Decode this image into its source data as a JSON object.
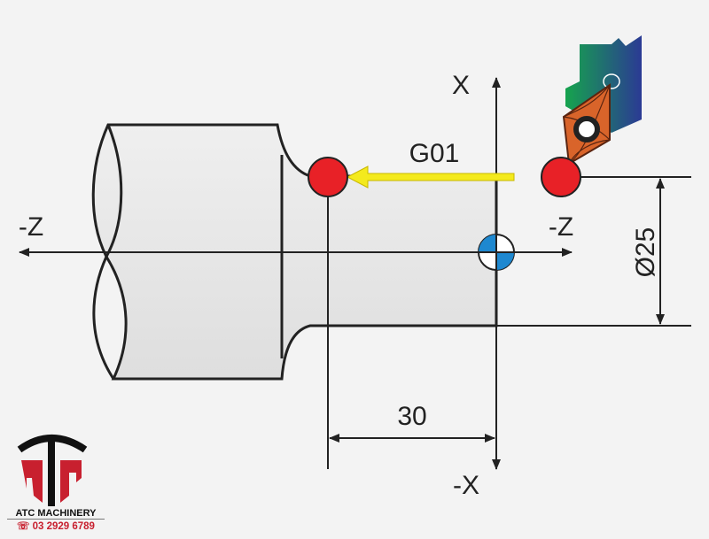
{
  "diagram": {
    "command_label": "G01",
    "axis_labels": {
      "x_pos": "X",
      "x_neg": "-X",
      "z_left": "-Z",
      "z_right": "-Z"
    },
    "dimensions": {
      "diameter": "Ø25",
      "length": "30"
    }
  },
  "logo": {
    "mark": "ATC",
    "company": "ATC MACHINERY",
    "phone": "03 2929 6789"
  },
  "colors": {
    "point": "#e82127",
    "arrow": "#f4ea1d",
    "origin": "#1e88d0",
    "tool_holder": "#1a9a5a",
    "insert": "#d9642a"
  }
}
